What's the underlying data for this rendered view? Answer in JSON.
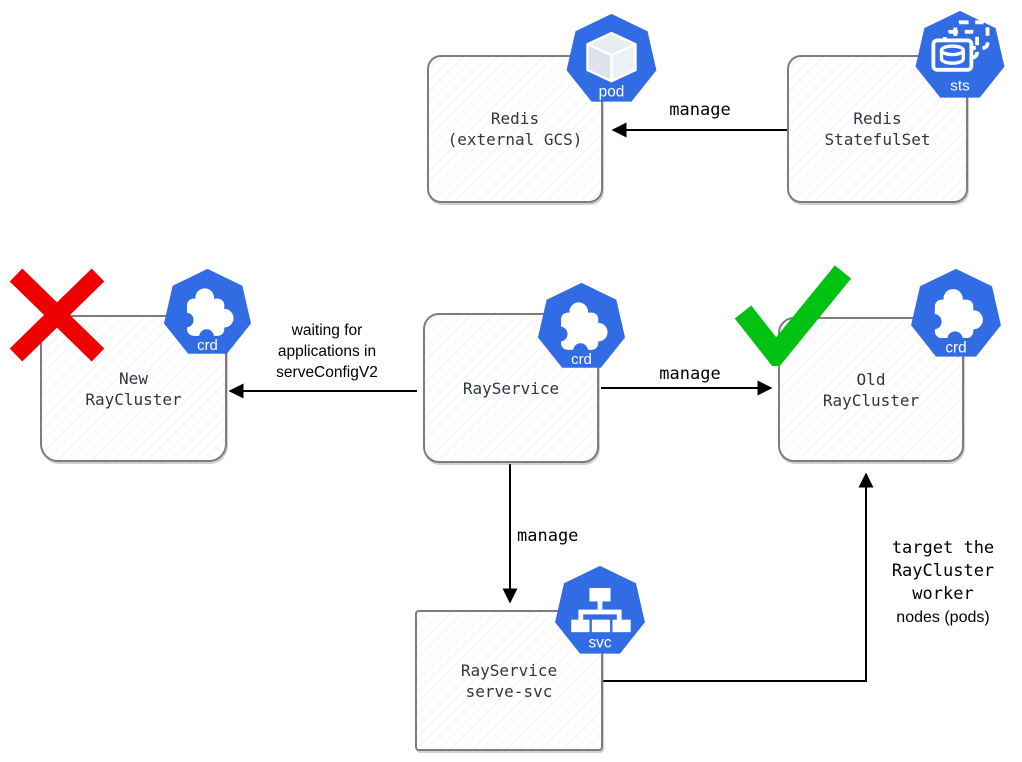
{
  "nodes": {
    "redis": {
      "line1": "Redis",
      "line2": "(external GCS)",
      "badge": "pod"
    },
    "redis_sts": {
      "line1": "Redis",
      "line2": "StatefulSet",
      "badge": "sts"
    },
    "new_raycluster": {
      "line1": "New",
      "line2": "RayCluster",
      "badge": "crd",
      "status": "rejected"
    },
    "rayservice": {
      "line1": "RayService",
      "badge": "crd"
    },
    "old_raycluster": {
      "line1": "Old",
      "line2": "RayCluster",
      "badge": "crd",
      "status": "accepted"
    },
    "serve_svc": {
      "line1": "RayService",
      "line2": "serve-svc",
      "badge": "svc"
    }
  },
  "edges": {
    "sts_manage_redis": {
      "label": "manage"
    },
    "ray_waiting_new": {
      "line1": "waiting for",
      "line2": "applications in",
      "line3": "serveConfigV2"
    },
    "ray_manage_old": {
      "label": "manage"
    },
    "ray_manage_svc": {
      "label": "manage"
    },
    "svc_target_old": {
      "line1": "target the",
      "line2": "RayCluster",
      "line3": "worker",
      "line4": "nodes (pods)"
    }
  },
  "colors": {
    "kubernetes_blue": "#326CE5",
    "reject_red": "#EE0000",
    "accept_green": "#00C213",
    "arrow_black": "#000000",
    "box_border_gray": "#7D7D7D"
  }
}
